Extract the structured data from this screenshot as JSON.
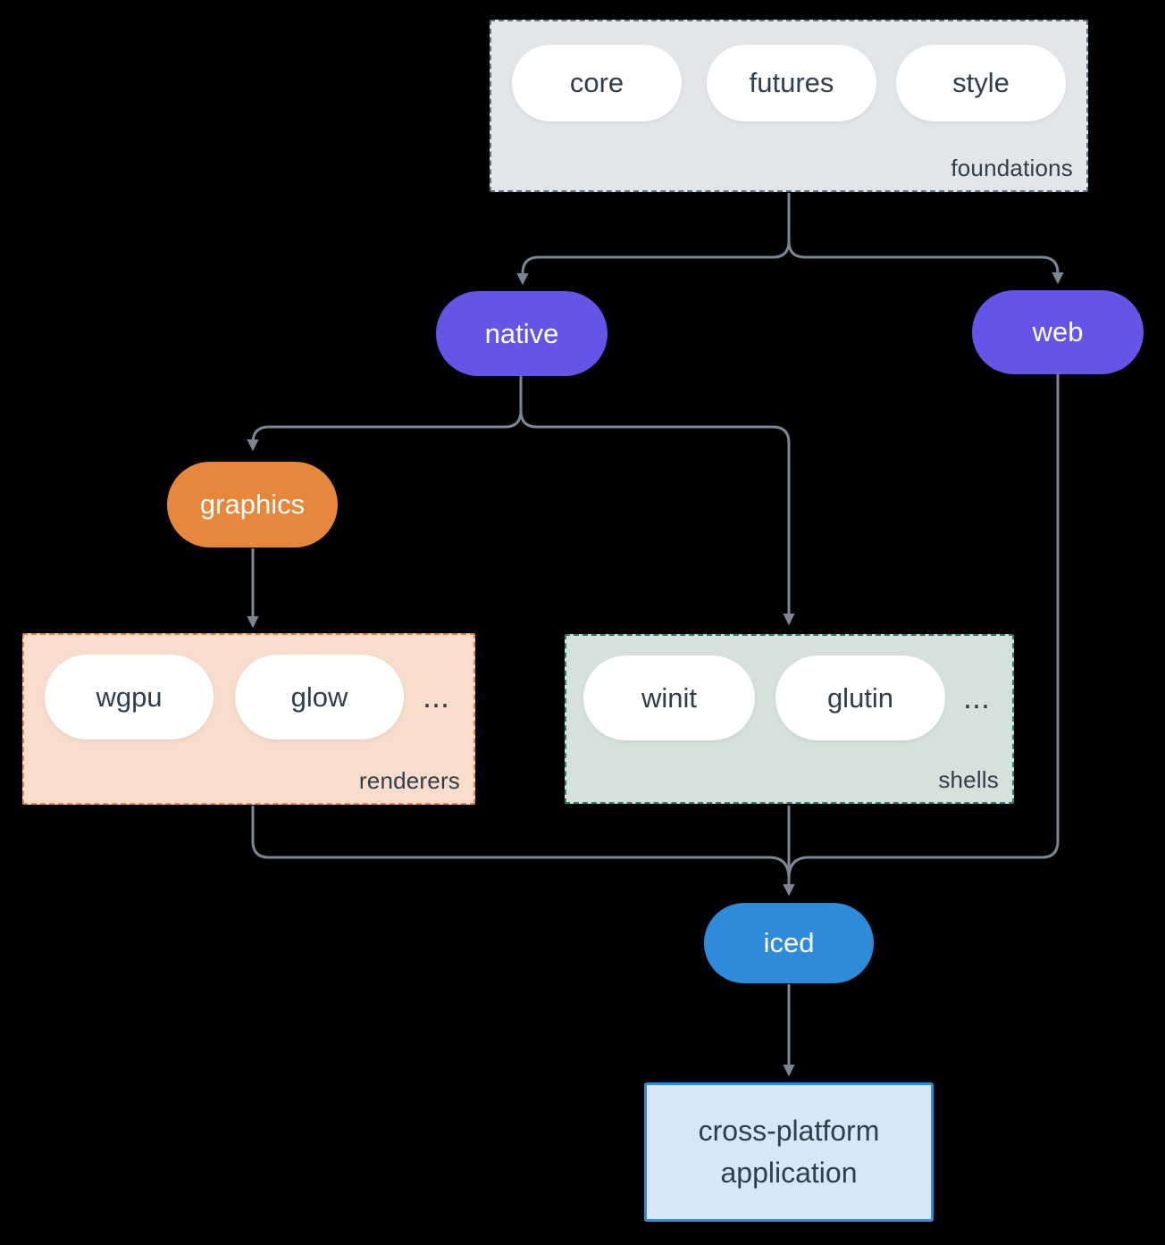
{
  "colors": {
    "background": "#000000",
    "connector": "#7b8696",
    "text-dark": "#2f3e4c",
    "text-light": "#ffffff",
    "pill-fill": "#ffffff",
    "purple": "#6355e8",
    "orange": "#e6873c",
    "blue": "#2e8bd9",
    "foundations-fill": "#e2e6e9",
    "foundations-border": "#64768a",
    "renderers-fill": "#f8ddcd",
    "renderers-border": "#e6873c",
    "shells-fill": "#d4e2db",
    "shells-border": "#2c8072",
    "app-fill": "#d6e7f8",
    "app-border": "#2e8bd9"
  },
  "groups": {
    "foundations": {
      "label": "foundations",
      "items": [
        "core",
        "futures",
        "style"
      ]
    },
    "renderers": {
      "label": "renderers",
      "items": [
        "wgpu",
        "glow"
      ],
      "more": "..."
    },
    "shells": {
      "label": "shells",
      "items": [
        "winit",
        "glutin"
      ],
      "more": "..."
    }
  },
  "nodes": {
    "native": {
      "label": "native"
    },
    "web": {
      "label": "web"
    },
    "graphics": {
      "label": "graphics"
    },
    "iced": {
      "label": "iced"
    },
    "application": {
      "line1": "cross-platform",
      "line2": "application"
    }
  }
}
